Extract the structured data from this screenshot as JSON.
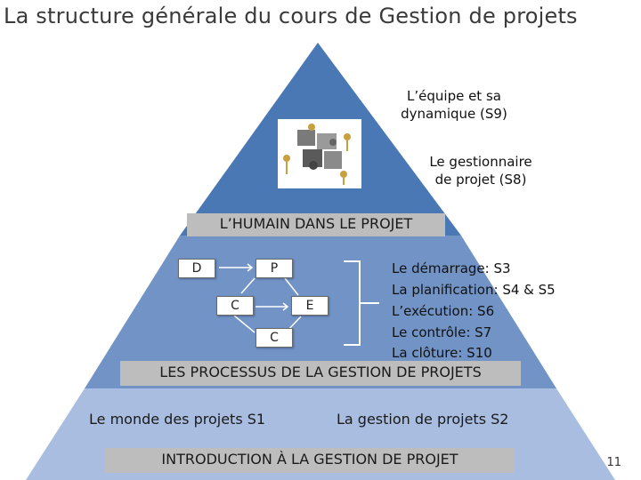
{
  "title": "La structure générale du cours de Gestion de projets",
  "top_section": {
    "item1_line1": "L’équipe et sa",
    "item1_line2": "dynamique (S9)",
    "item2_line1": "Le gestionnaire",
    "item2_line2": "de projet (S8)",
    "label": "L’HUMAIN DANS LE PROJET"
  },
  "middle_section": {
    "boxes": [
      "D",
      "P",
      "C",
      "E",
      "C"
    ],
    "items": [
      "Le démarrage: S3",
      "La planification: S4 & S5",
      "L’exécution: S6",
      "Le contrôle: S7",
      "La clôture: S10"
    ],
    "label": "LES PROCESSUS DE LA GESTION DE PROJETS"
  },
  "bottom_section": {
    "left_item": "Le monde des projets  S1",
    "right_item": "La gestion de projets S2",
    "label": "INTRODUCTION À LA GESTION DE PROJET"
  },
  "page_number": "11",
  "colors": {
    "top": "#4a78b4",
    "middle": "#7193c6",
    "bottom": "#a9bde0",
    "label_bar": "#bdbdbd"
  }
}
